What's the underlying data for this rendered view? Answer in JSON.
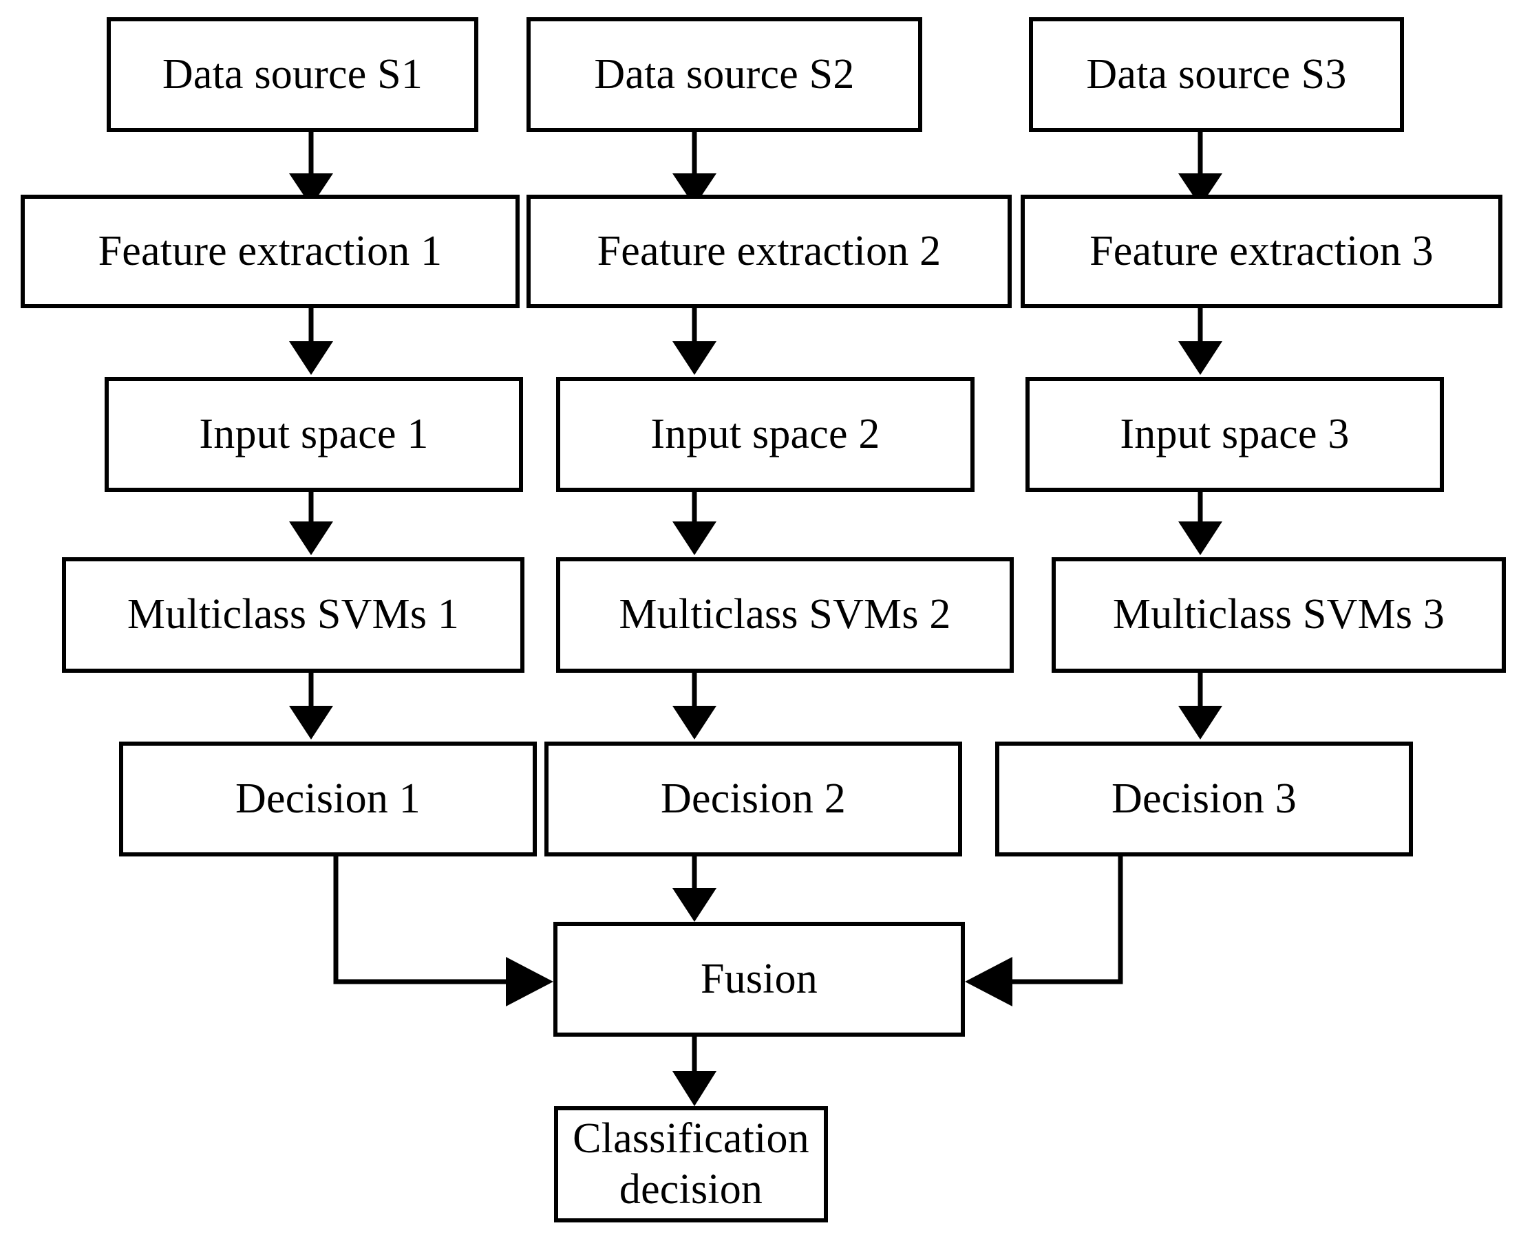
{
  "diagram": {
    "title": "Multi-source decision-level fusion with multiclass SVMs",
    "type": "flowchart",
    "orientation": "top-to-bottom",
    "columns": 3,
    "colors": {
      "background": "#ffffff",
      "box_border": "#000000",
      "box_fill": "#ffffff",
      "text": "#000000",
      "edge": "#000000"
    },
    "nodes": {
      "source_1": "Data source S1",
      "source_2": "Data source S2",
      "source_3": "Data source S3",
      "feature_1": "Feature extraction 1",
      "feature_2": "Feature extraction 2",
      "feature_3": "Feature extraction 3",
      "input_1": "Input space 1",
      "input_2": "Input space 2",
      "input_3": "Input space 3",
      "svm_1": "Multiclass SVMs 1",
      "svm_2": "Multiclass SVMs 2",
      "svm_3": "Multiclass SVMs 3",
      "decision_1": "Decision 1",
      "decision_2": "Decision 2",
      "decision_3": "Decision 3",
      "fusion": "Fusion",
      "classification": "Classification\ndecision"
    },
    "rows": [
      "Data sources",
      "Feature extraction",
      "Input space",
      "Multiclass SVMs",
      "Decision",
      "Fusion",
      "Classification decision"
    ],
    "edges": [
      {
        "from": "source_1",
        "to": "feature_1",
        "style": "arrow-down"
      },
      {
        "from": "source_2",
        "to": "feature_2",
        "style": "arrow-down"
      },
      {
        "from": "source_3",
        "to": "feature_3",
        "style": "arrow-down"
      },
      {
        "from": "feature_1",
        "to": "input_1",
        "style": "arrow-down"
      },
      {
        "from": "feature_2",
        "to": "input_2",
        "style": "arrow-down"
      },
      {
        "from": "feature_3",
        "to": "input_3",
        "style": "arrow-down"
      },
      {
        "from": "input_1",
        "to": "svm_1",
        "style": "arrow-down"
      },
      {
        "from": "input_2",
        "to": "svm_2",
        "style": "arrow-down"
      },
      {
        "from": "input_3",
        "to": "svm_3",
        "style": "arrow-down"
      },
      {
        "from": "svm_1",
        "to": "decision_1",
        "style": "arrow-down"
      },
      {
        "from": "svm_2",
        "to": "decision_2",
        "style": "arrow-down"
      },
      {
        "from": "svm_3",
        "to": "decision_3",
        "style": "arrow-down"
      },
      {
        "from": "decision_1",
        "to": "fusion",
        "style": "elbow-right"
      },
      {
        "from": "decision_2",
        "to": "fusion",
        "style": "arrow-down"
      },
      {
        "from": "decision_3",
        "to": "fusion",
        "style": "elbow-left"
      },
      {
        "from": "fusion",
        "to": "classification",
        "style": "arrow-down"
      }
    ]
  }
}
